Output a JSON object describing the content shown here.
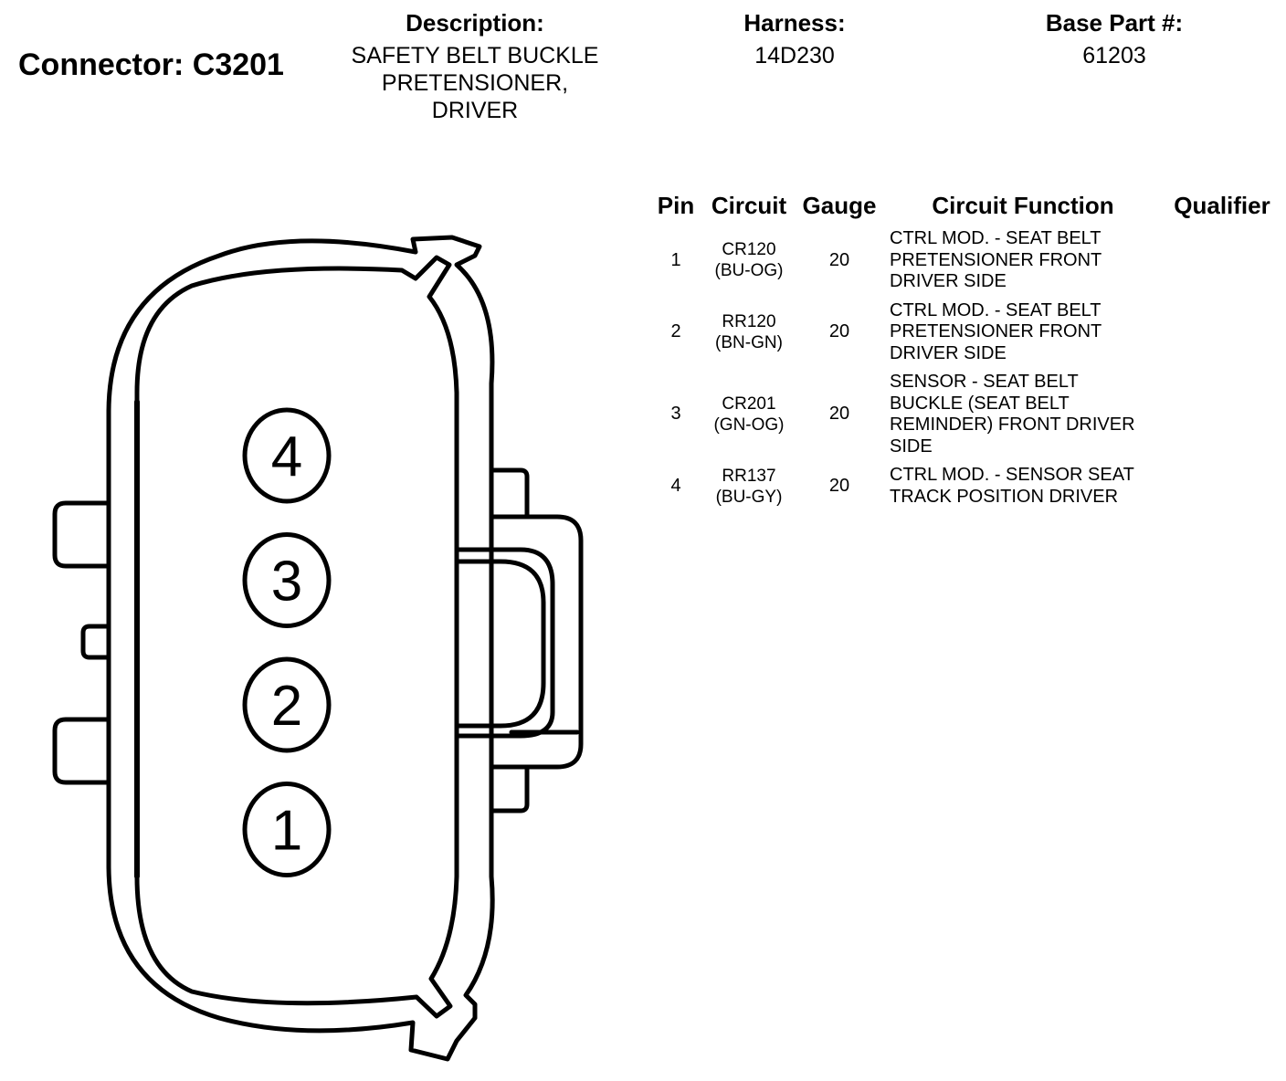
{
  "header": {
    "connector_label": "Connector: C3201",
    "description_heading": "Description:",
    "description_lines": [
      "SAFETY BELT BUCKLE",
      "PRETENSIONER,",
      "DRIVER"
    ],
    "harness_heading": "Harness:",
    "harness_value": "14D230",
    "base_part_heading": "Base Part #:",
    "base_part_value": "61203"
  },
  "table": {
    "columns": [
      "Pin",
      "Circuit",
      "Gauge",
      "Circuit Function",
      "Qualifier"
    ],
    "rows": [
      {
        "pin": "1",
        "circuit": "CR120",
        "color": "(BU-OG)",
        "gauge": "20",
        "function": [
          "CTRL MOD. - SEAT BELT",
          "PRETENSIONER FRONT",
          "DRIVER SIDE"
        ],
        "qualifier": ""
      },
      {
        "pin": "2",
        "circuit": "RR120",
        "color": "(BN-GN)",
        "gauge": "20",
        "function": [
          "CTRL MOD. - SEAT BELT",
          "PRETENSIONER FRONT",
          "DRIVER SIDE"
        ],
        "qualifier": ""
      },
      {
        "pin": "3",
        "circuit": "CR201",
        "color": "(GN-OG)",
        "gauge": "20",
        "function": [
          "SENSOR - SEAT BELT",
          "BUCKLE (SEAT BELT",
          "REMINDER) FRONT DRIVER",
          "SIDE"
        ],
        "qualifier": ""
      },
      {
        "pin": "4",
        "circuit": "RR137",
        "color": "(BU-GY)",
        "gauge": "20",
        "function": [
          "CTRL MOD. - SENSOR SEAT",
          "TRACK POSITION DRIVER"
        ],
        "qualifier": ""
      }
    ]
  },
  "connector": {
    "pins_top_to_bottom": [
      "4",
      "3",
      "2",
      "1"
    ]
  }
}
